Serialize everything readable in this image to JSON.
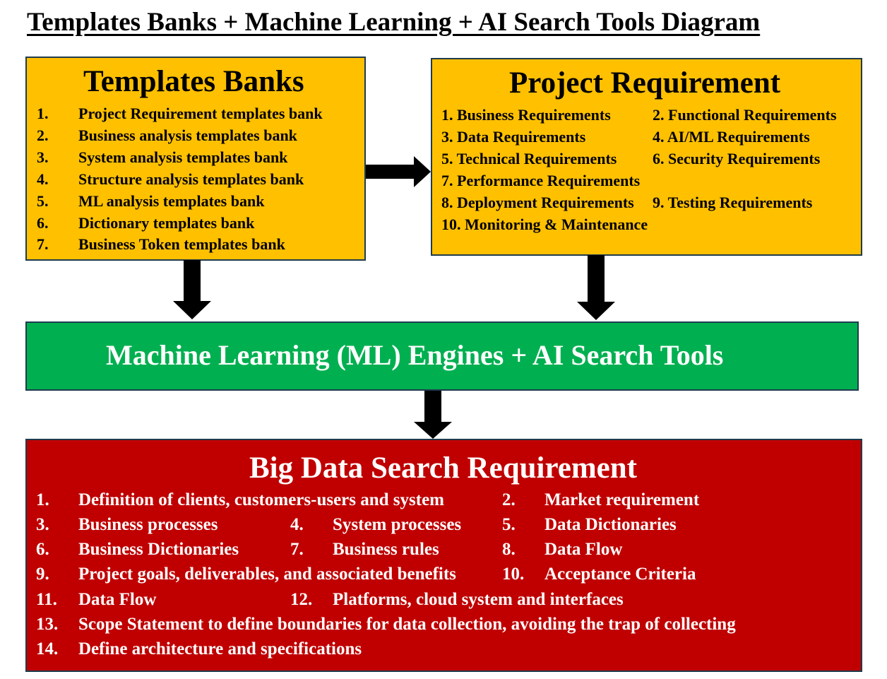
{
  "title": "Templates Banks + Machine Learning + AI Search Tools Diagram",
  "templates_banks": {
    "heading": "Templates Banks",
    "items": [
      {
        "num": "1.",
        "text": "Project Requirement templates bank"
      },
      {
        "num": "2.",
        "text": "Business analysis templates bank"
      },
      {
        "num": "3.",
        "text": "System analysis templates bank"
      },
      {
        "num": "4.",
        "text": "Structure analysis templates bank"
      },
      {
        "num": "5.",
        "text": "ML analysis templates bank"
      },
      {
        "num": "6.",
        "text": "Dictionary templates bank"
      },
      {
        "num": "7.",
        "text": "Business Token templates bank"
      }
    ]
  },
  "project_requirement": {
    "heading": "Project Requirement",
    "items": [
      "1. Business Requirements",
      "2. Functional Requirements",
      "3. Data Requirements",
      "4. AI/ML Requirements",
      "5. Technical Requirements",
      "6. Security Requirements",
      "7. Performance Requirements",
      "8. Deployment Requirements",
      "9. Testing Requirements",
      "10. Monitoring & Maintenance"
    ]
  },
  "ml_engines": {
    "heading": "Machine Learning (ML) Engines + AI Search Tools"
  },
  "big_data": {
    "heading": "Big Data Search Requirement",
    "items": [
      {
        "num": "1.",
        "text": "Definition of clients, customers-users and system"
      },
      {
        "num": "2.",
        "text": "Market requirement"
      },
      {
        "num": "3.",
        "text": "Business processes"
      },
      {
        "num": "4.",
        "text": "System processes"
      },
      {
        "num": "5.",
        "text": "Data Dictionaries"
      },
      {
        "num": "6.",
        "text": "Business Dictionaries"
      },
      {
        "num": "7.",
        "text": "Business rules"
      },
      {
        "num": "8.",
        "text": "Data Flow"
      },
      {
        "num": "9.",
        "text": "Project goals, deliverables, and associated benefits"
      },
      {
        "num": "10.",
        "text": "Acceptance Criteria"
      },
      {
        "num": "11.",
        "text": "Data Flow"
      },
      {
        "num": "12.",
        "text": "Platforms, cloud system and interfaces"
      },
      {
        "num": "13.",
        "text": "Scope Statement to define boundaries for data collection, avoiding the trap of collecting"
      },
      {
        "num": "14.",
        "text": "Define architecture and specifications"
      }
    ]
  },
  "colors": {
    "templates_box": "#ffc000",
    "requirement_box": "#ffc000",
    "ml_box": "#00b050",
    "big_data_box": "#c00000",
    "arrow": "#000000"
  }
}
